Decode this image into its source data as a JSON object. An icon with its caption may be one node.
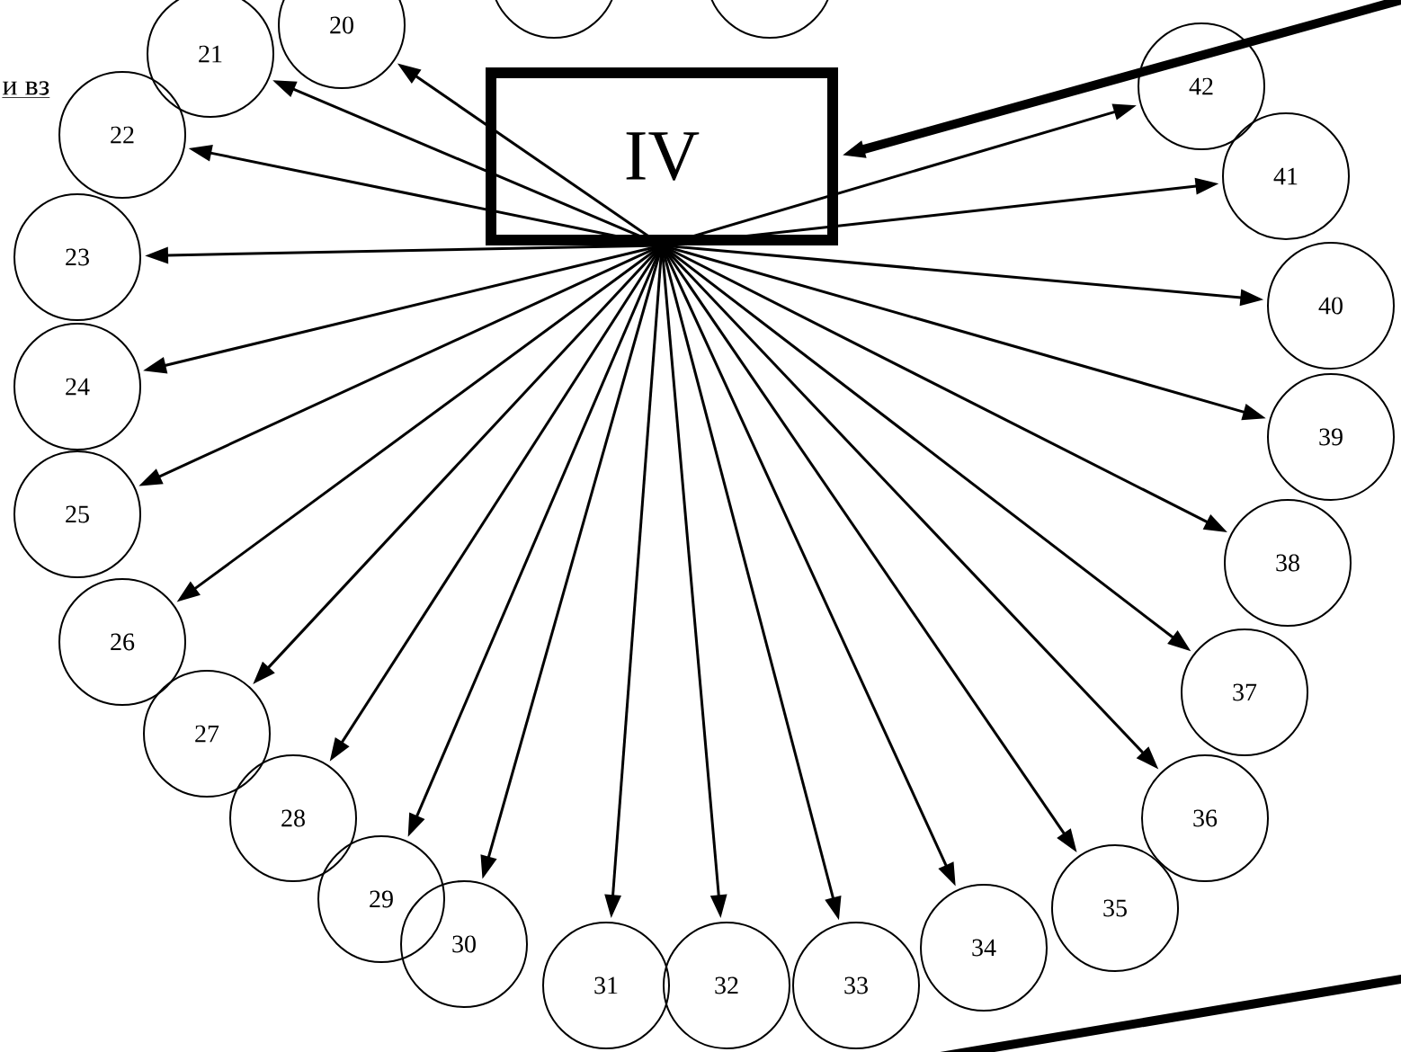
{
  "diagram": {
    "nodes": [
      {
        "text": [
          "IV"
        ]
      },
      {
        "text": [
          "20"
        ]
      },
      {
        "text": [
          "21"
        ]
      },
      {
        "text": [
          "22"
        ]
      },
      {
        "text": [
          "23"
        ]
      },
      {
        "text": [
          "24"
        ]
      },
      {
        "text": [
          "25"
        ]
      },
      {
        "text": [
          "26"
        ]
      },
      {
        "text": [
          "27"
        ]
      },
      {
        "text": [
          "28"
        ]
      },
      {
        "text": [
          "29"
        ]
      },
      {
        "text": [
          "30"
        ]
      },
      {
        "text": [
          "31"
        ]
      },
      {
        "text": [
          "32"
        ]
      },
      {
        "text": [
          "33"
        ]
      },
      {
        "text": [
          "34"
        ]
      },
      {
        "text": [
          "35"
        ]
      },
      {
        "text": [
          "36"
        ]
      },
      {
        "text": [
          "37"
        ]
      },
      {
        "text": [
          "38"
        ]
      },
      {
        "text": [
          "39"
        ]
      },
      {
        "text": [
          "40"
        ]
      },
      {
        "text": [
          "41"
        ]
      },
      {
        "text": [
          "42"
        ]
      },
      {
        "text": [],
        "shape": "circle"
      },
      {
        "text": [],
        "shape": "circle"
      }
    ],
    "edges": [
      {
        "from": 0,
        "to": 1,
        "arrow": "to"
      },
      {
        "from": 0,
        "to": 2,
        "arrow": "to"
      },
      {
        "from": 0,
        "to": 3,
        "arrow": "to"
      },
      {
        "from": 0,
        "to": 4,
        "arrow": "to"
      },
      {
        "from": 0,
        "to": 5,
        "arrow": "to"
      },
      {
        "from": 0,
        "to": 6,
        "arrow": "to"
      },
      {
        "from": 0,
        "to": 7,
        "arrow": "to"
      },
      {
        "from": 0,
        "to": 8,
        "arrow": "to"
      },
      {
        "from": 0,
        "to": 9,
        "arrow": "to"
      },
      {
        "from": 0,
        "to": 10,
        "arrow": "to"
      },
      {
        "from": 0,
        "to": 11,
        "arrow": "to"
      },
      {
        "from": 0,
        "to": 12,
        "arrow": "to"
      },
      {
        "from": 0,
        "to": 13,
        "arrow": "to"
      },
      {
        "from": 0,
        "to": 14,
        "arrow": "to"
      },
      {
        "from": 0,
        "to": 15,
        "arrow": "to"
      },
      {
        "from": 0,
        "to": 16,
        "arrow": "to"
      },
      {
        "from": 0,
        "to": 17,
        "arrow": "to"
      },
      {
        "from": 0,
        "to": 18,
        "arrow": "to"
      },
      {
        "from": 0,
        "to": 19,
        "arrow": "to"
      },
      {
        "from": 0,
        "to": 20,
        "arrow": "to"
      },
      {
        "from": 0,
        "to": 21,
        "arrow": "to"
      },
      {
        "from": 0,
        "to": 22,
        "arrow": "to"
      },
      {
        "from": 0,
        "to": 23,
        "arrow": "to"
      },
      {
        "from": null,
        "to": 0,
        "arrow": "to",
        "style": "thick"
      }
    ],
    "labels": [
      "и вз"
    ]
  }
}
